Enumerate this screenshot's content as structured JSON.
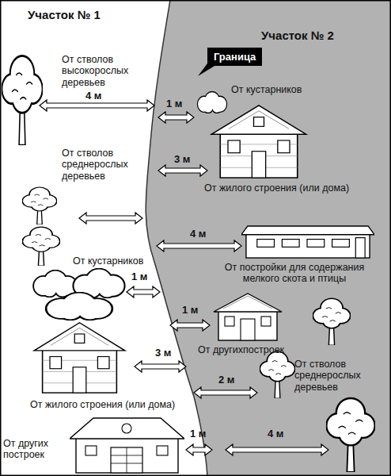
{
  "diagram": {
    "nodes": [
      {
        "text": [
          "Граница"
        ]
      }
    ],
    "labels": [
      "Участок № 1",
      "Участок № 2",
      "От стволов высокорослых деревьев",
      "4 м",
      "1 м",
      "От кустарников",
      "От стволов среднерослых деревьев",
      "3 м",
      "От жилого строения (или дома)",
      "4 м",
      "От постройки для содержания мелкого скота и птицы",
      "От кустарников",
      "1 м",
      "1 м",
      "От другихпостроек",
      "3 м",
      "От стволов среднерослых деревьев",
      "2 м",
      "От жилого строения (или дома)",
      "От других построек",
      "1 м",
      "4 м"
    ]
  }
}
